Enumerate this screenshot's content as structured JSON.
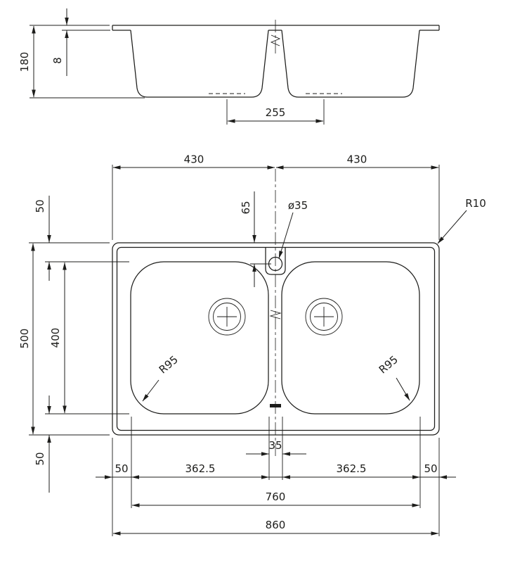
{
  "colors": {
    "ink": "#1d1d1b",
    "background": "#ffffff"
  },
  "section_view": {
    "dims": {
      "height_overall": "180",
      "rim_thickness": "8",
      "drain_spacing": "255"
    }
  },
  "plan_view": {
    "dims": {
      "half_length_left": "430",
      "half_length_right": "430",
      "edge_margin_top": "50",
      "width_overall": "500",
      "bowl_width": "400",
      "edge_margin_bottom": "50",
      "tap_offset": "65",
      "tap_hole_dia": "ø35",
      "corner_radius_outer": "R10",
      "bowl_corner_radius_left": "R95",
      "bowl_corner_radius_right": "R95",
      "bowl_gap": "35",
      "margin_left": "50",
      "bowl_length_left": "362.5",
      "bowl_length_right": "362.5",
      "margin_right": "50",
      "bowls_span": "760",
      "length_overall": "860"
    }
  }
}
